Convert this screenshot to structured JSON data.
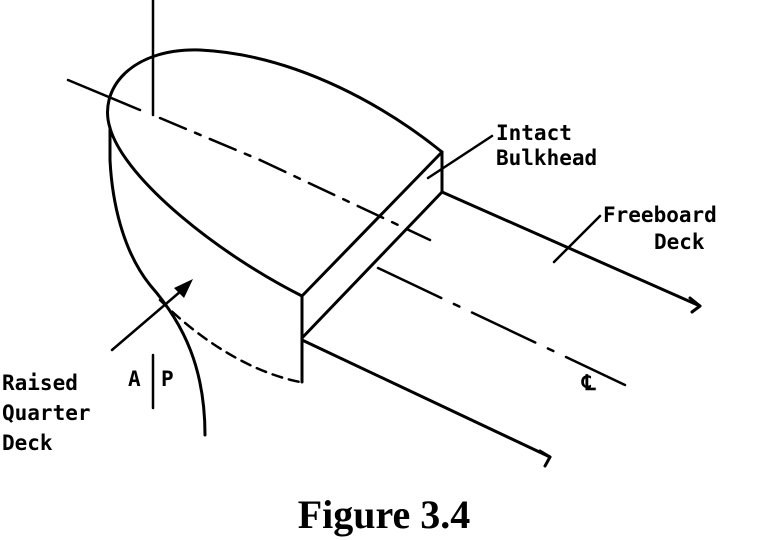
{
  "labels": {
    "intact_line1": "Intact",
    "intact_line2": "Bulkhead",
    "freeboard_line1": "Freeboard",
    "freeboard_line2": "Deck",
    "raised_line1": "Raised",
    "raised_line2": "Quarter",
    "raised_line3": "Deck",
    "ap_a": "A",
    "ap_p": "P",
    "centerline_symbol": "℄"
  },
  "caption": "Figure 3.4"
}
